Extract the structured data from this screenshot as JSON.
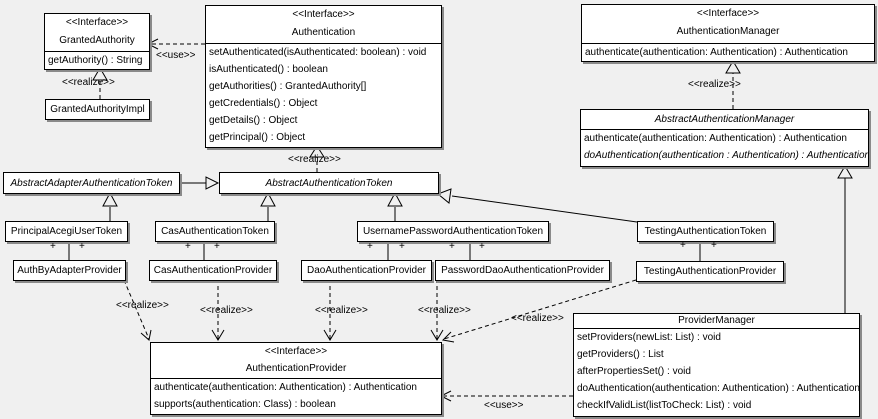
{
  "labels": {
    "use": "<<use>>",
    "realize": "<<realize>>",
    "plus": "+",
    "interface_stereotype": "<<Interface>>"
  },
  "classes": {
    "granted_authority": {
      "stereotype": "<<Interface>>",
      "name": "GrantedAuthority",
      "methods": [
        "getAuthority() : String"
      ]
    },
    "granted_authority_impl": {
      "name": "GrantedAuthorityImpl"
    },
    "authentication": {
      "stereotype": "<<Interface>>",
      "name": "Authentication",
      "methods": [
        "setAuthenticated(isAuthenticated: boolean) : void",
        "isAuthenticated() : boolean",
        "getAuthorities() : GrantedAuthority[]",
        "getCredentials() : Object",
        "getDetails() : Object",
        "getPrincipal() : Object"
      ]
    },
    "authentication_manager": {
      "stereotype": "<<Interface>>",
      "name": "AuthenticationManager",
      "methods": [
        "authenticate(authentication: Authentication) : Authentication"
      ]
    },
    "abstract_authentication_manager": {
      "name": "AbstractAuthenticationManager",
      "methods": [
        "authenticate(authentication: Authentication) : Authentication",
        "doAuthentication(authentication : Authentication) : Authentication"
      ]
    },
    "abstract_adapter_authentication_token": {
      "name": "AbstractAdapterAuthenticationToken"
    },
    "abstract_authentication_token": {
      "name": "AbstractAuthenticationToken"
    },
    "principal_acegi_user_token": {
      "name": "PrincipalAcegiUserToken"
    },
    "cas_authentication_token": {
      "name": "CasAuthenticationToken"
    },
    "username_password_authentication_token": {
      "name": "UsernamePasswordAuthenticationToken"
    },
    "testing_authentication_token": {
      "name": "TestingAuthenticationToken"
    },
    "auth_by_adapter_provider": {
      "name": "AuthByAdapterProvider"
    },
    "cas_authentication_provider": {
      "name": "CasAuthenticationProvider"
    },
    "dao_authentication_provider": {
      "name": "DaoAuthenticationProvider"
    },
    "password_dao_authentication_provider": {
      "name": "PasswordDaoAuthenticationProvider"
    },
    "testing_authentication_provider": {
      "name": "TestingAuthenticationProvider"
    },
    "authentication_provider": {
      "stereotype": "<<Interface>>",
      "name": "AuthenticationProvider",
      "methods": [
        "authenticate(authentication: Authentication) : Authentication",
        "supports(authentication: Class) : boolean"
      ]
    },
    "provider_manager": {
      "name": "ProviderManager",
      "methods": [
        "setProviders(newList: List) : void",
        "getProviders() : List",
        "afterPropertiesSet() : void",
        "doAuthentication(authentication: Authentication) : Authentication",
        "checkIfValidList(listToCheck: List) : void"
      ]
    }
  },
  "colors": {
    "background": "#f0f0f0",
    "box_fill": "#ffffff",
    "line": "#000000",
    "shadow": "#8a8a8a"
  }
}
